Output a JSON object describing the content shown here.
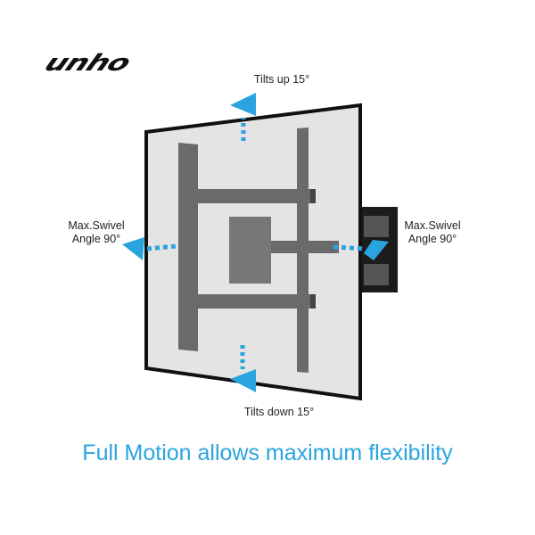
{
  "brand": {
    "logo_text": "unho"
  },
  "labels": {
    "tilt_up": "Tilts up 15°",
    "tilt_down": "Tilts down 15°",
    "swivel_left": [
      "Max.Swivel",
      "Angle 90°"
    ],
    "swivel_right": [
      "Max.Swivel",
      "Angle 90°"
    ]
  },
  "tagline": "Full Motion allows maximum flexibility",
  "colors": {
    "accent": "#2aa4df",
    "frame": "#111111",
    "screen": "#e4e4e4",
    "bracket": "#6a6a6a",
    "wall_plate": "#1c1c1c"
  }
}
